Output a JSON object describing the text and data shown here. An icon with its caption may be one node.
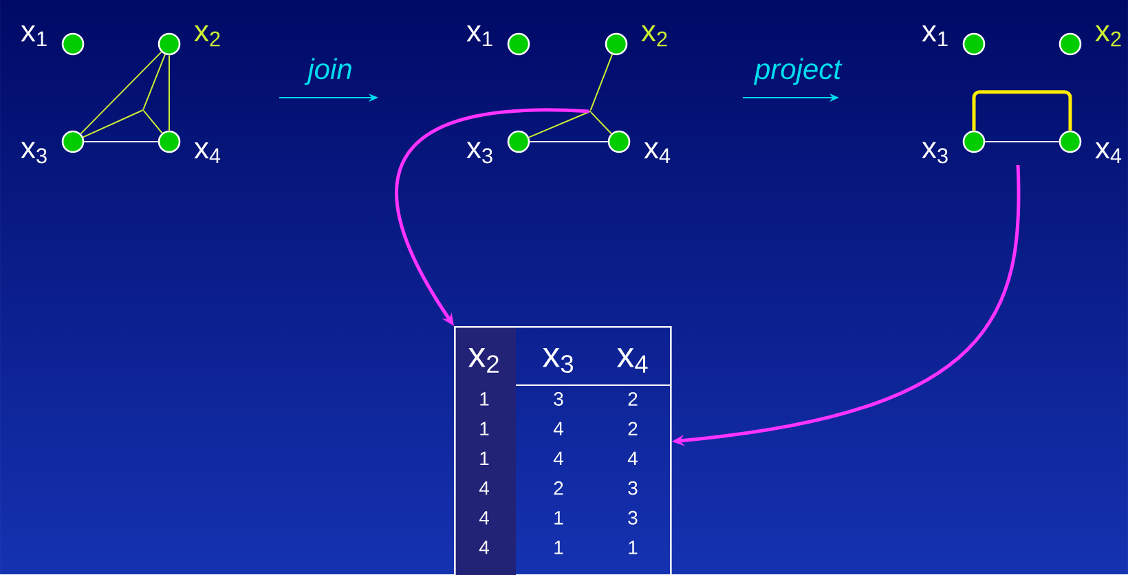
{
  "diagram": {
    "nodes": [
      {
        "text": [
          "x$_{1}$"
        ]
      },
      {
        "text": [
          "x$_{2}$"
        ]
      },
      {
        "text": [
          "x$_{3}$"
        ]
      },
      {
        "text": [
          "x$_{4}$"
        ]
      },
      {
        "text": [],
        "shape": "point"
      },
      {
        "text": [
          "x$_{1}$"
        ]
      },
      {
        "text": [
          "x$_{2}$"
        ]
      },
      {
        "text": [
          "x$_{3}$"
        ]
      },
      {
        "text": [
          "x$_{4}$"
        ]
      },
      {
        "text": [],
        "shape": "point"
      },
      {
        "text": [
          "x$_{1}$"
        ]
      },
      {
        "text": [
          "x$_{2}$"
        ]
      },
      {
        "text": [
          "x$_{3}$"
        ]
      },
      {
        "text": [
          "x$_{4}$"
        ]
      },
      {
        "text": [
          "x$_{2}$",
          "x$_{3}$",
          "x$_{4}$",
          "1",
          "3",
          "2",
          "1",
          "4",
          "2",
          "1",
          "4",
          "4",
          "4",
          "2",
          "3",
          "4",
          "1",
          "3",
          "4",
          "1",
          "1"
        ]
      }
    ],
    "edges": [
      {
        "from": 1,
        "to": 2,
        "arrow": "none"
      },
      {
        "from": 1,
        "to": 3,
        "arrow": "none"
      },
      {
        "from": 4,
        "to": 1,
        "arrow": "none"
      },
      {
        "from": 4,
        "to": 2,
        "arrow": "none"
      },
      {
        "from": 4,
        "to": 3,
        "arrow": "none"
      },
      {
        "from": 2,
        "to": 3,
        "arrow": "none",
        "color": "#ffffff"
      },
      {
        "from": 9,
        "to": 6,
        "arrow": "none"
      },
      {
        "from": 9,
        "to": 7,
        "arrow": "none"
      },
      {
        "from": 9,
        "to": 8,
        "arrow": "none"
      },
      {
        "from": 7,
        "to": 8,
        "arrow": "none",
        "color": "#ffffff"
      },
      {
        "from": 12,
        "to": 13,
        "arrow": "none",
        "color": "#ffffff"
      },
      {
        "from": 12,
        "to": 13,
        "arrow": "none",
        "style": "thick",
        "color": "#ffee00"
      },
      {
        "from": 9,
        "to": 14,
        "arrow": "to",
        "style": "thick",
        "color": "#ff33ff"
      },
      {
        "from": null,
        "to": 14,
        "arrow": "to",
        "style": "thick",
        "color": "#ff33ff"
      }
    ],
    "labels": [
      "join",
      "project"
    ]
  }
}
